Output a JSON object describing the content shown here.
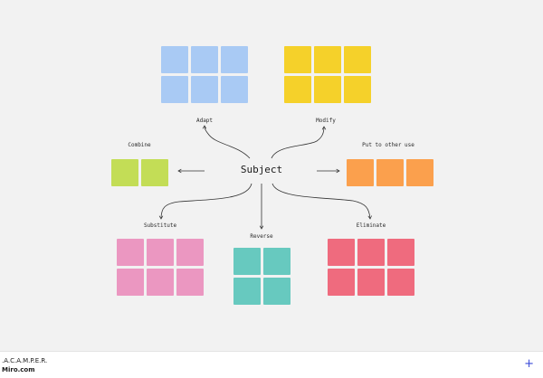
{
  "subject": "Subject",
  "groups": {
    "adapt": {
      "label": "Adapt",
      "color": "#a9caf4"
    },
    "modify": {
      "label": "Modify",
      "color": "#f5d12a"
    },
    "combine": {
      "label": "Combine",
      "color": "#c3dd56"
    },
    "put": {
      "label": "Put to other use",
      "color": "#fba04d"
    },
    "substitute": {
      "label": "Substitute",
      "color": "#eb97c1"
    },
    "reverse": {
      "label": "Reverse",
      "color": "#67c9bf"
    },
    "eliminate": {
      "label": "Eliminate",
      "color": "#ef6b7e"
    }
  },
  "arrow_color": "#333333",
  "footer": {
    "title": ".A.C.A.M.P.E.R.",
    "brand": "Miro.com",
    "add_icon": "plus-icon",
    "add_glyph": "+"
  }
}
